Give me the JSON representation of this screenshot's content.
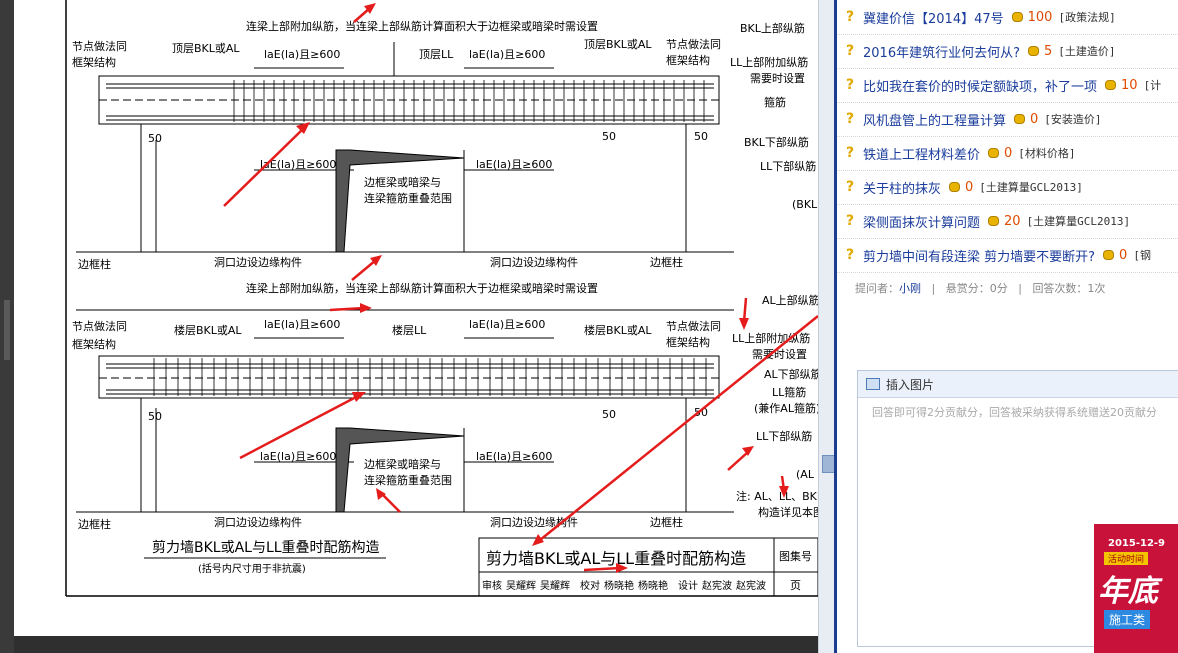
{
  "drawing": {
    "top_note": "连梁上部附加纵筋，当连梁上部纵筋计算面积大于边框梁或暗梁时需设置",
    "mid_note": "连梁上部附加纵筋，当连梁上部纵筋计算面积大于边框梁或暗梁时需设置",
    "node_left": "节点做法同",
    "node_left2": "框架结构",
    "node_right": "节点做法同",
    "node_right2": "框架结构",
    "top_bkl_left": "顶层BKL或AL",
    "top_ll": "顶层LL",
    "top_bkl_right": "顶层BKL或AL",
    "floor_bkl_left": "楼层BKL或AL",
    "floor_ll": "楼层LL",
    "floor_bkl_right": "楼层BKL或AL",
    "anchor_label": "laE(la)且≥600",
    "dim_50": "50",
    "overlap_1": "边框梁或暗梁与",
    "overlap_2": "连梁箍筋重叠范围",
    "edge_col": "边框柱",
    "opening_member": "洞口边设边缘构件",
    "side_bkl_top": "BKL上部纵筋",
    "side_ll_add": "LL上部附加纵筋",
    "side_need": "需要时设置",
    "side_stirrup": "箍筋",
    "side_bkl_bottom": "BKL下部纵筋",
    "side_ll_bottom": "LL下部纵筋",
    "side_bkl_paren": "(BKL",
    "side_al_top": "AL上部纵筋",
    "side_al_bottom": "AL下部纵筋",
    "side_ll_stirrup": "LL箍筋",
    "side_al_stirrup": "(兼作AL箍筋)",
    "side_ll_bottom2": "LL下部纵筋",
    "side_al_paren": "(AL",
    "note1": "注: AL、LL、BKL",
    "note2": "构造详见本图",
    "caption": "剪力墙BKL或AL与LL重叠时配筋构造",
    "caption_note": "(括号内尺寸用于非抗震)",
    "title_block": "剪力墙BKL或AL与LL重叠时配筋构造",
    "atlas_no": "图集号",
    "page_label": "页",
    "sign_row": [
      "审核",
      "吴耀辉",
      "吴耀辉",
      "校对",
      "杨晓艳",
      "杨晓艳",
      "设计",
      "赵宪波",
      "赵宪波"
    ]
  },
  "questions": [
    {
      "title": "冀建价信【2014】47号",
      "points": "100",
      "category": "[政策法规]"
    },
    {
      "title": "2016年建筑行业何去何从?",
      "points": "5",
      "category": "[土建造价]"
    },
    {
      "title": "比如我在套价的时候定额缺项，补了一项",
      "points": "10",
      "category": "[计"
    },
    {
      "title": "风机盘管上的工程量计算",
      "points": "0",
      "category": "[安装造价]"
    },
    {
      "title": "铁道上工程材料差价",
      "points": "0",
      "category": "[材料价格]"
    },
    {
      "title": "关于柱的抹灰",
      "points": "0",
      "category": "[土建算量GCL2013]"
    },
    {
      "title": "梁侧面抹灰计算问题",
      "points": "20",
      "category": "[土建算量GCL2013]"
    },
    {
      "title": "剪力墙中间有段连梁 剪力墙要不要断开?",
      "points": "0",
      "category": "[钢"
    }
  ],
  "meta": {
    "asker_label": "提问者：",
    "asker": "小刚",
    "reward": "悬赏分：0分",
    "answers": "回答次数：1次",
    "sep": "|"
  },
  "insert": {
    "label": "插入图片",
    "placeholder": "回答即可得2分贡献分，回答被采纳获得系统赠送20贡献分"
  },
  "ad": {
    "date": "2015-12-9",
    "tag": "活动时间",
    "big": "年底",
    "sub": "施工类"
  },
  "colors": {
    "link": "#1a3c9c",
    "points": "#e04a00",
    "arrow": "#e51c1c",
    "accent": "#1b3d8f"
  }
}
